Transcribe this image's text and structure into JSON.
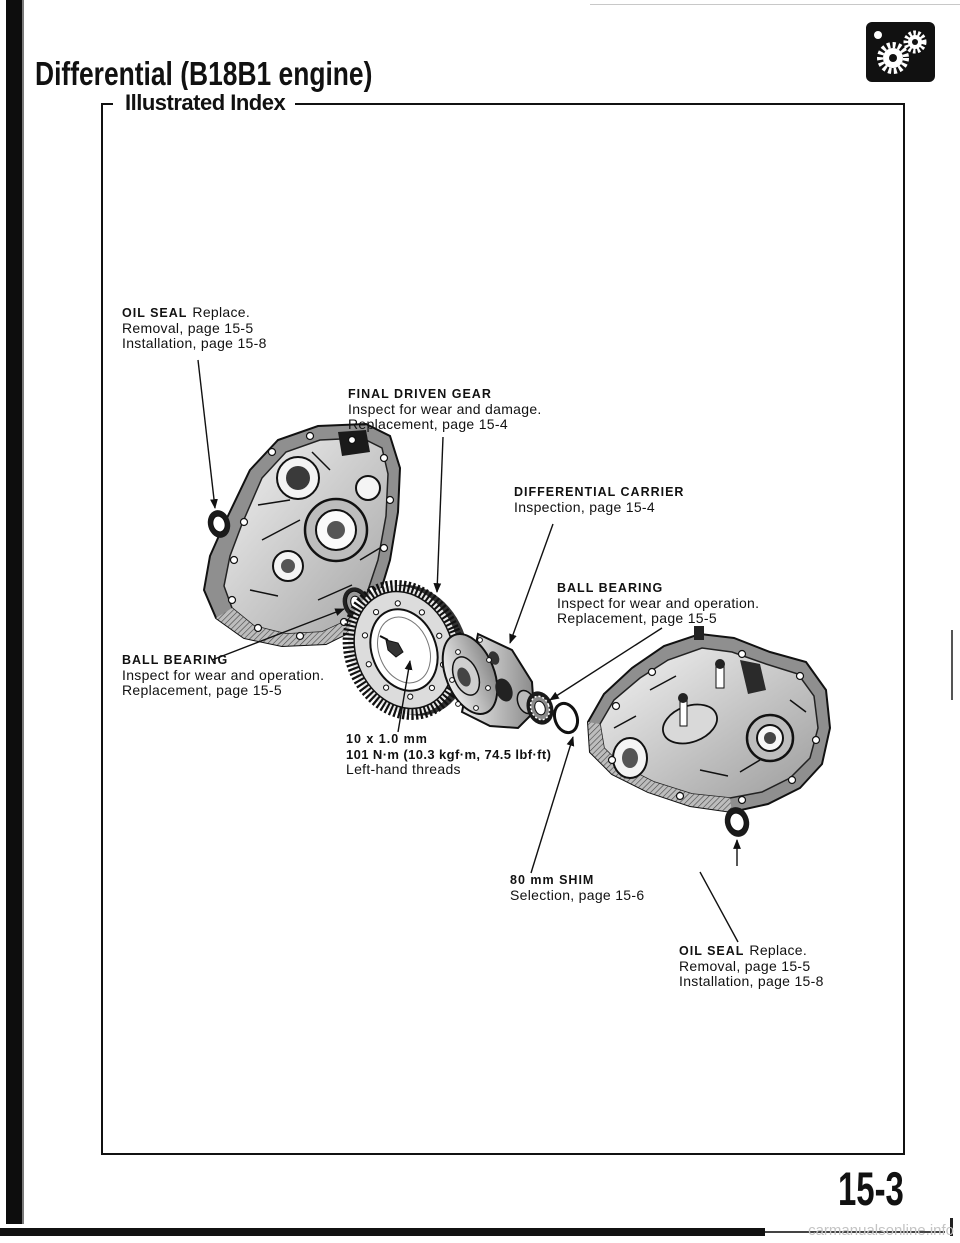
{
  "document": {
    "title": "Differential (B18B1 engine)",
    "section": "Illustrated Index",
    "page_number": "15-3",
    "section_icon": "differential-gears-icon"
  },
  "callouts": {
    "oil_seal_left": {
      "name": "OIL SEAL",
      "action": "Replace.",
      "lines": [
        "Removal, page 15-5",
        "Installation, page 15-8"
      ]
    },
    "final_driven_gear": {
      "name": "FINAL DRIVEN GEAR",
      "lines": [
        "Inspect for wear and damage.",
        "Replacement, page 15-4"
      ]
    },
    "differential_carrier": {
      "name": "DIFFERENTIAL CARRIER",
      "lines": [
        "Inspection, page 15-4"
      ]
    },
    "ball_bearing_right": {
      "name": "BALL BEARING",
      "lines": [
        "Inspect for wear and operation.",
        "Replacement, page 15-5"
      ]
    },
    "ball_bearing_left": {
      "name": "BALL BEARING",
      "lines": [
        "Inspect for wear and operation.",
        "Replacement, page 15-5"
      ]
    },
    "gear_bolt": {
      "size": "10 x 1.0 mm",
      "torque": "101 N·m (10.3 kgf·m, 74.5 lbf·ft)",
      "note": "Left-hand threads"
    },
    "shim": {
      "name": "80 mm SHIM",
      "lines": [
        "Selection, page 15-6"
      ]
    },
    "oil_seal_right": {
      "name": "OIL SEAL",
      "action": "Replace.",
      "lines": [
        "Removal, page 15-5",
        "Installation, page 15-8"
      ]
    }
  },
  "watermark": "carmanualsonline.info",
  "colors": {
    "ink": "#111111",
    "paper": "#ffffff",
    "casting": "#8f8f8f"
  }
}
